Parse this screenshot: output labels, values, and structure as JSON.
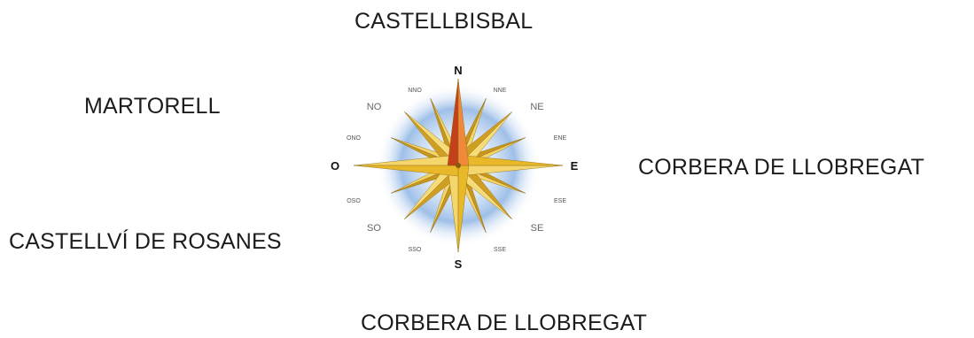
{
  "places": {
    "north": "CASTELLBISBAL",
    "northwest": "MARTORELL",
    "east": "CORBERA DE LLOBREGAT",
    "southwest": "CASTELLVÍ DE ROSANES",
    "south": "CORBERA DE LLOBREGAT"
  },
  "compass": {
    "n": "N",
    "nne": "NNE",
    "ne": "NE",
    "ene": "ENE",
    "e": "E",
    "ese": "ESE",
    "se": "SE",
    "sse": "SSE",
    "s": "S",
    "sso": "SSO",
    "so": "SO",
    "oso": "OSO",
    "o": "O",
    "ono": "ONO",
    "no": "NO",
    "nno": "NNO"
  },
  "colors": {
    "north_point": "#c4401a",
    "gold_point": "#e8b828",
    "halo": "#6f9fd8"
  }
}
